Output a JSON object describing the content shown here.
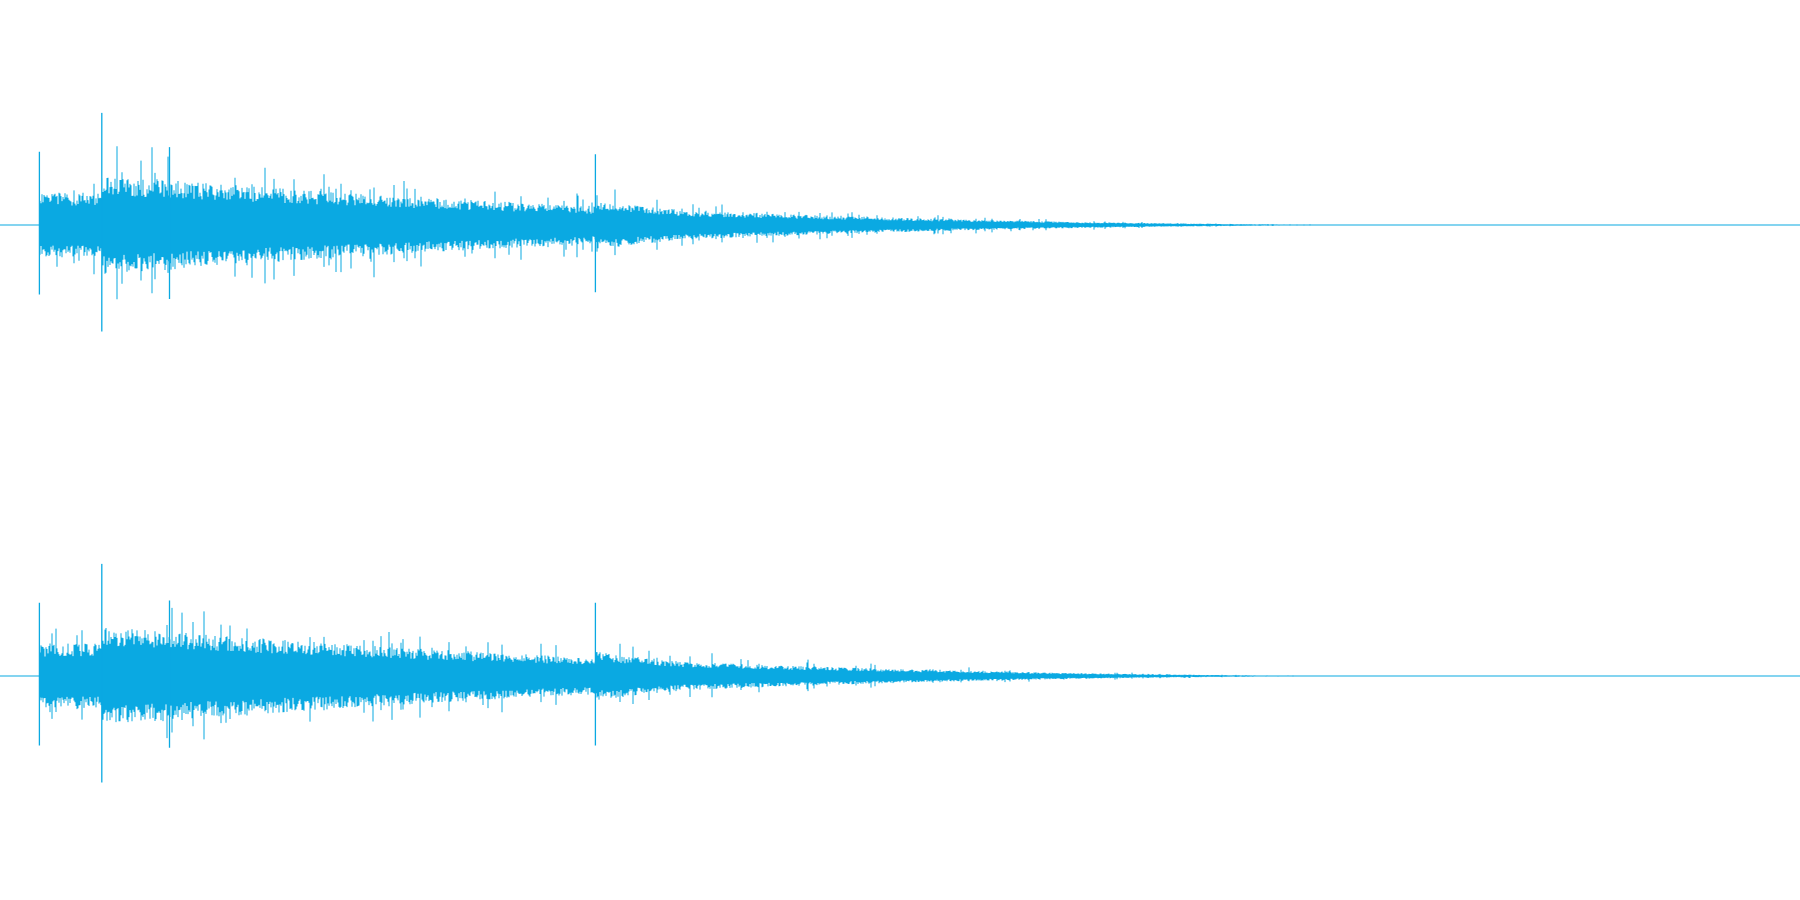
{
  "waveform": {
    "color": "#0aa9e2",
    "background": "#ffffff",
    "channels": [
      {
        "name": "",
        "attack_peak": 0.6,
        "transients": [
          {
            "time": 0.012,
            "peak": 0.62,
            "level": 0.22
          },
          {
            "time": 0.047,
            "peak": 0.95,
            "level": 0.34
          },
          {
            "time": 0.085,
            "peak": 0.66,
            "level": 0.31
          },
          {
            "time": 0.324,
            "peak": 0.6,
            "level": 0.1
          }
        ],
        "fade_end": 0.81
      },
      {
        "name": "",
        "attack_peak": 0.6,
        "transients": [
          {
            "time": 0.012,
            "peak": 0.62,
            "level": 0.22
          },
          {
            "time": 0.047,
            "peak": 0.95,
            "level": 0.34
          },
          {
            "time": 0.085,
            "peak": 0.64,
            "level": 0.31
          },
          {
            "time": 0.324,
            "peak": 0.62,
            "level": 0.1
          }
        ],
        "fade_end": 0.8
      }
    ]
  }
}
